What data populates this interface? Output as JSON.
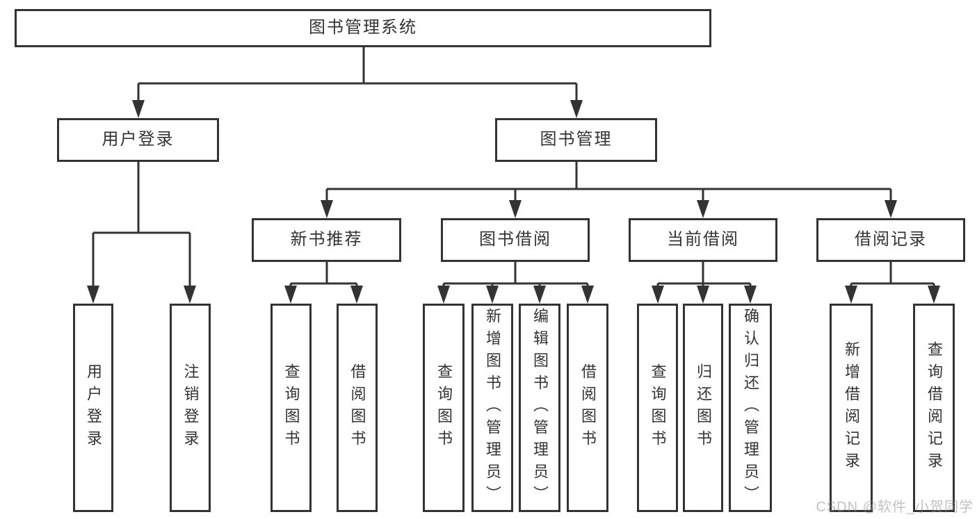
{
  "diagram": {
    "title": "图书管理系统",
    "type": "function-structure-tree",
    "colors": {
      "line": "#333333",
      "box_border": "#333333",
      "box_background": "#ffffff",
      "label_text": "#333333",
      "watermark_text": "#b3abad"
    },
    "tree": {
      "root": "图书管理系统",
      "children": [
        {
          "label": "用户登录",
          "children": [
            "用户登录",
            "注销登录"
          ]
        },
        {
          "label": "图书管理",
          "children": [
            {
              "label": "新书推荐",
              "children": [
                "查询图书",
                "借阅图书"
              ]
            },
            {
              "label": "图书借阅",
              "children": [
                "查询图书",
                "新增图书（管理员）",
                "编辑图书（管理员）",
                "借阅图书"
              ]
            },
            {
              "label": "当前借阅",
              "children": [
                "查询图书",
                "归还图书",
                "确认归还（管理员）"
              ]
            },
            {
              "label": "借阅记录",
              "children": [
                "新增借阅记录",
                "查询借阅记录"
              ]
            }
          ]
        }
      ]
    },
    "watermark": {
      "text": "CSDN @软件_小贺同学"
    }
  }
}
